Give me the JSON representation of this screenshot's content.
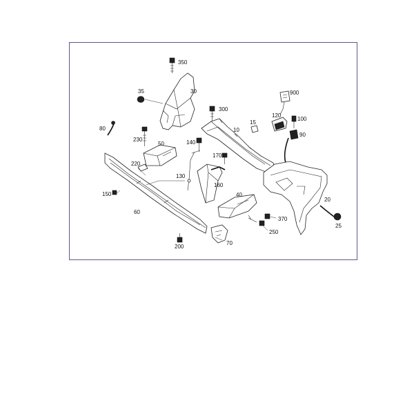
{
  "diagram": {
    "part_numbers": [
      "350",
      "35",
      "30",
      "900",
      "300",
      "10",
      "15",
      "120",
      "100",
      "80",
      "90",
      "230",
      "50",
      "140",
      "170",
      "220",
      "130",
      "160",
      "150",
      "40",
      "60",
      "20",
      "370",
      "250",
      "25",
      "200",
      "70"
    ],
    "colors": {
      "frame": "#5a5a8a",
      "line": "#222222",
      "text": "#111111"
    }
  }
}
